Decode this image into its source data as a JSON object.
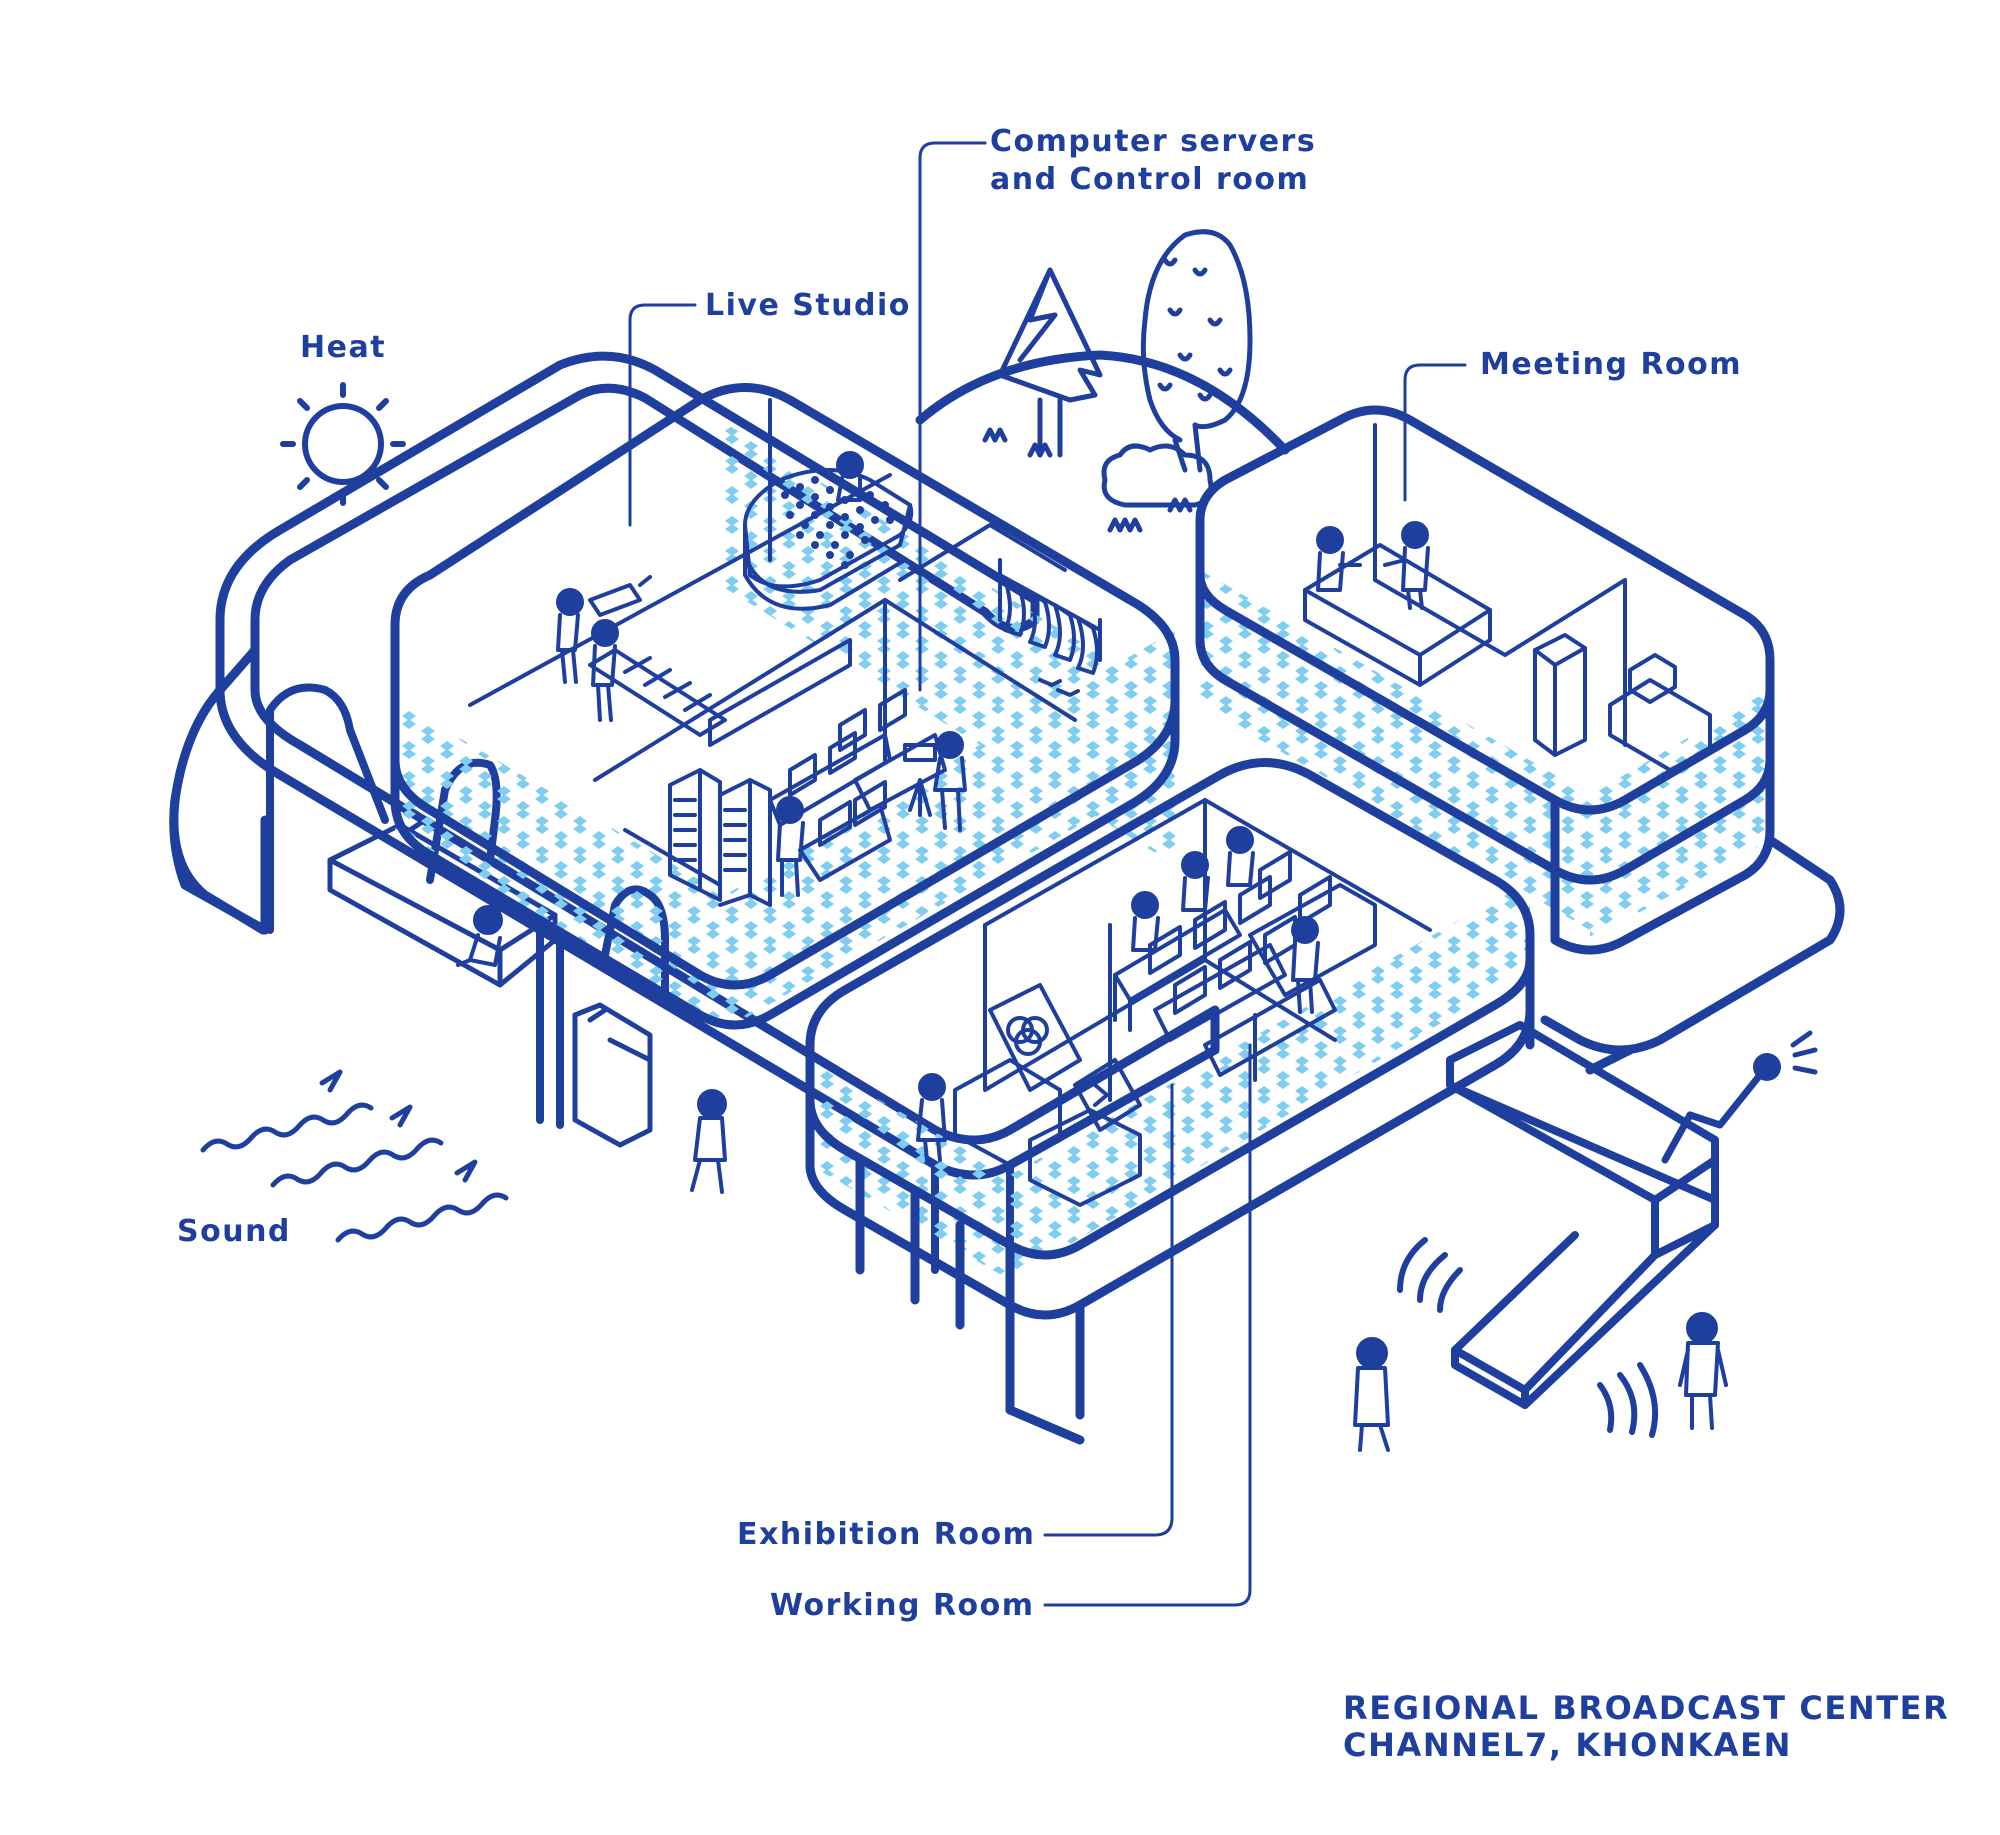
{
  "labels": {
    "heat": "Heat",
    "sound": "Sound",
    "live_studio": "Live Studio",
    "servers_line1": "Computer servers",
    "servers_line2": "and Control room",
    "meeting_room": "Meeting Room",
    "exhibition_room": "Exhibition Room",
    "working_room": "Working Room"
  },
  "title": {
    "line1": "REGIONAL BROADCAST CENTER",
    "line2": "CHANNEL7, KHONKAEN"
  },
  "colors": {
    "line": "#1f3f9e",
    "pattern": "#7fcdf0",
    "background": "#ffffff"
  },
  "icons": {
    "heat": "sun-icon",
    "sound": "sound-wave-icon",
    "signal": "wireless-signal-icon",
    "antenna": "broadcast-antenna-icon"
  }
}
